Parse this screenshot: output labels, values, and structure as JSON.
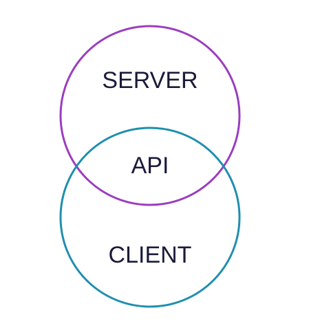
{
  "diagram": {
    "type": "venn",
    "sets": [
      {
        "id": "server",
        "label": "SERVER",
        "color": "#9b3dbf"
      },
      {
        "id": "client",
        "label": "CLIENT",
        "color": "#1f8fae"
      }
    ],
    "intersection": {
      "label": "API"
    }
  }
}
